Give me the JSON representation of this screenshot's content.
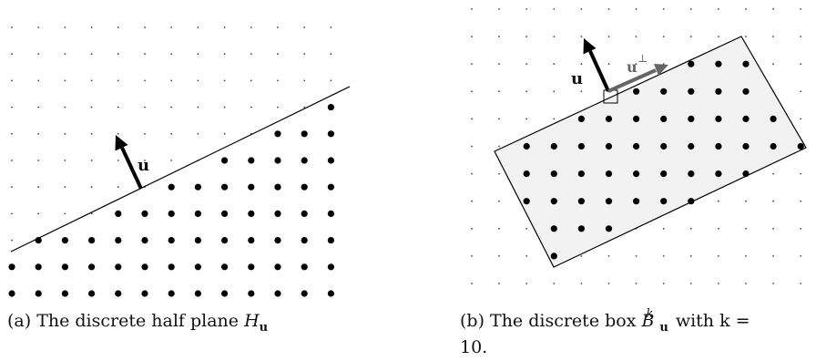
{
  "panel_a": {
    "vector_label": "u",
    "caption": {
      "prefix": "(a) The discrete half plane ",
      "symbol": "H",
      "subscript": "u"
    }
  },
  "panel_b": {
    "vector_label": "u",
    "perp_label": "u",
    "perp_symbol": "⊥",
    "caption": {
      "prefix": "(b) The discrete box ",
      "symbol": "B",
      "subscript": "u",
      "superscript": "k",
      "suffix": " with k =",
      "line2": "10."
    }
  },
  "colors": {
    "big_dot": "#000000",
    "small_dot": "#444444",
    "box_fill": "#f2f2f2",
    "vector_u": "#000000",
    "vector_perp": "#666666"
  }
}
